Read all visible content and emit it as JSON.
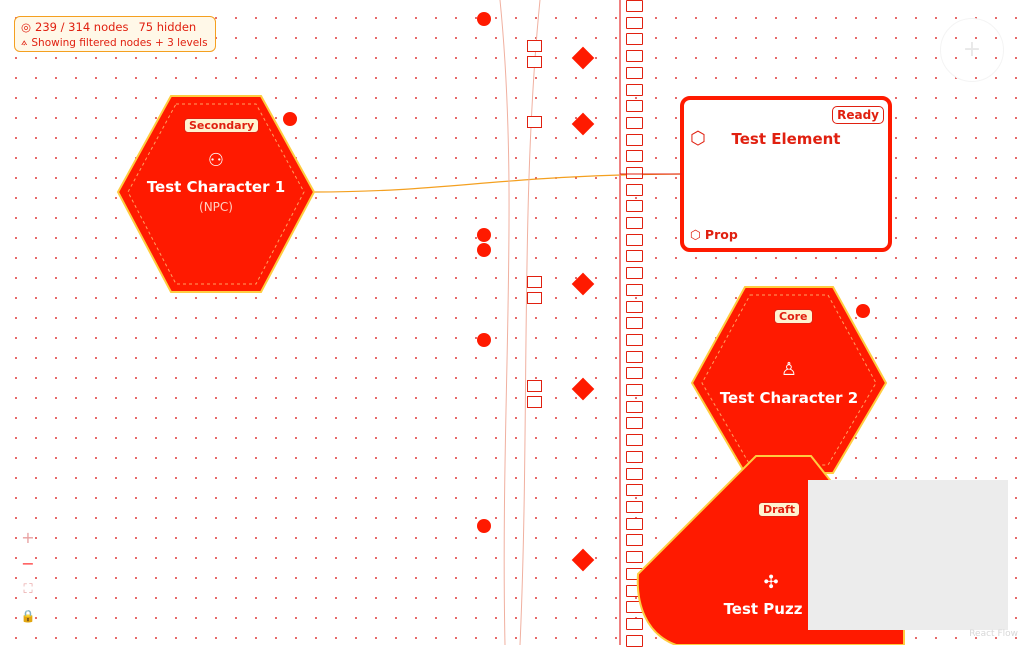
{
  "status_panel": {
    "node_count": "239 / 314 nodes",
    "hidden_count": "75 hidden",
    "filter_text": "Showing filtered nodes + 3 levels"
  },
  "nodes": {
    "character1": {
      "badge": "Secondary",
      "name": "Test Character 1",
      "role": "(NPC)",
      "icon": "users-icon"
    },
    "element": {
      "status": "Ready",
      "name": "Test Element",
      "type": "Prop",
      "icon": "package-icon"
    },
    "character2": {
      "badge": "Core",
      "name": "Test Character 2",
      "icon": "user-icon"
    },
    "puzzle": {
      "badge": "Draft",
      "name": "Test Puzz",
      "icon": "puzzle-icon"
    }
  },
  "canvas_controls": {
    "zoom_in": "+",
    "zoom_out": "−",
    "fit_view": "⛶",
    "lock": "🔒"
  },
  "fab_label": "+",
  "attribution": "React Flow",
  "colors": {
    "node_fill": "#ff1a00",
    "accent": "#e02010",
    "status_border": "#f4a020"
  }
}
